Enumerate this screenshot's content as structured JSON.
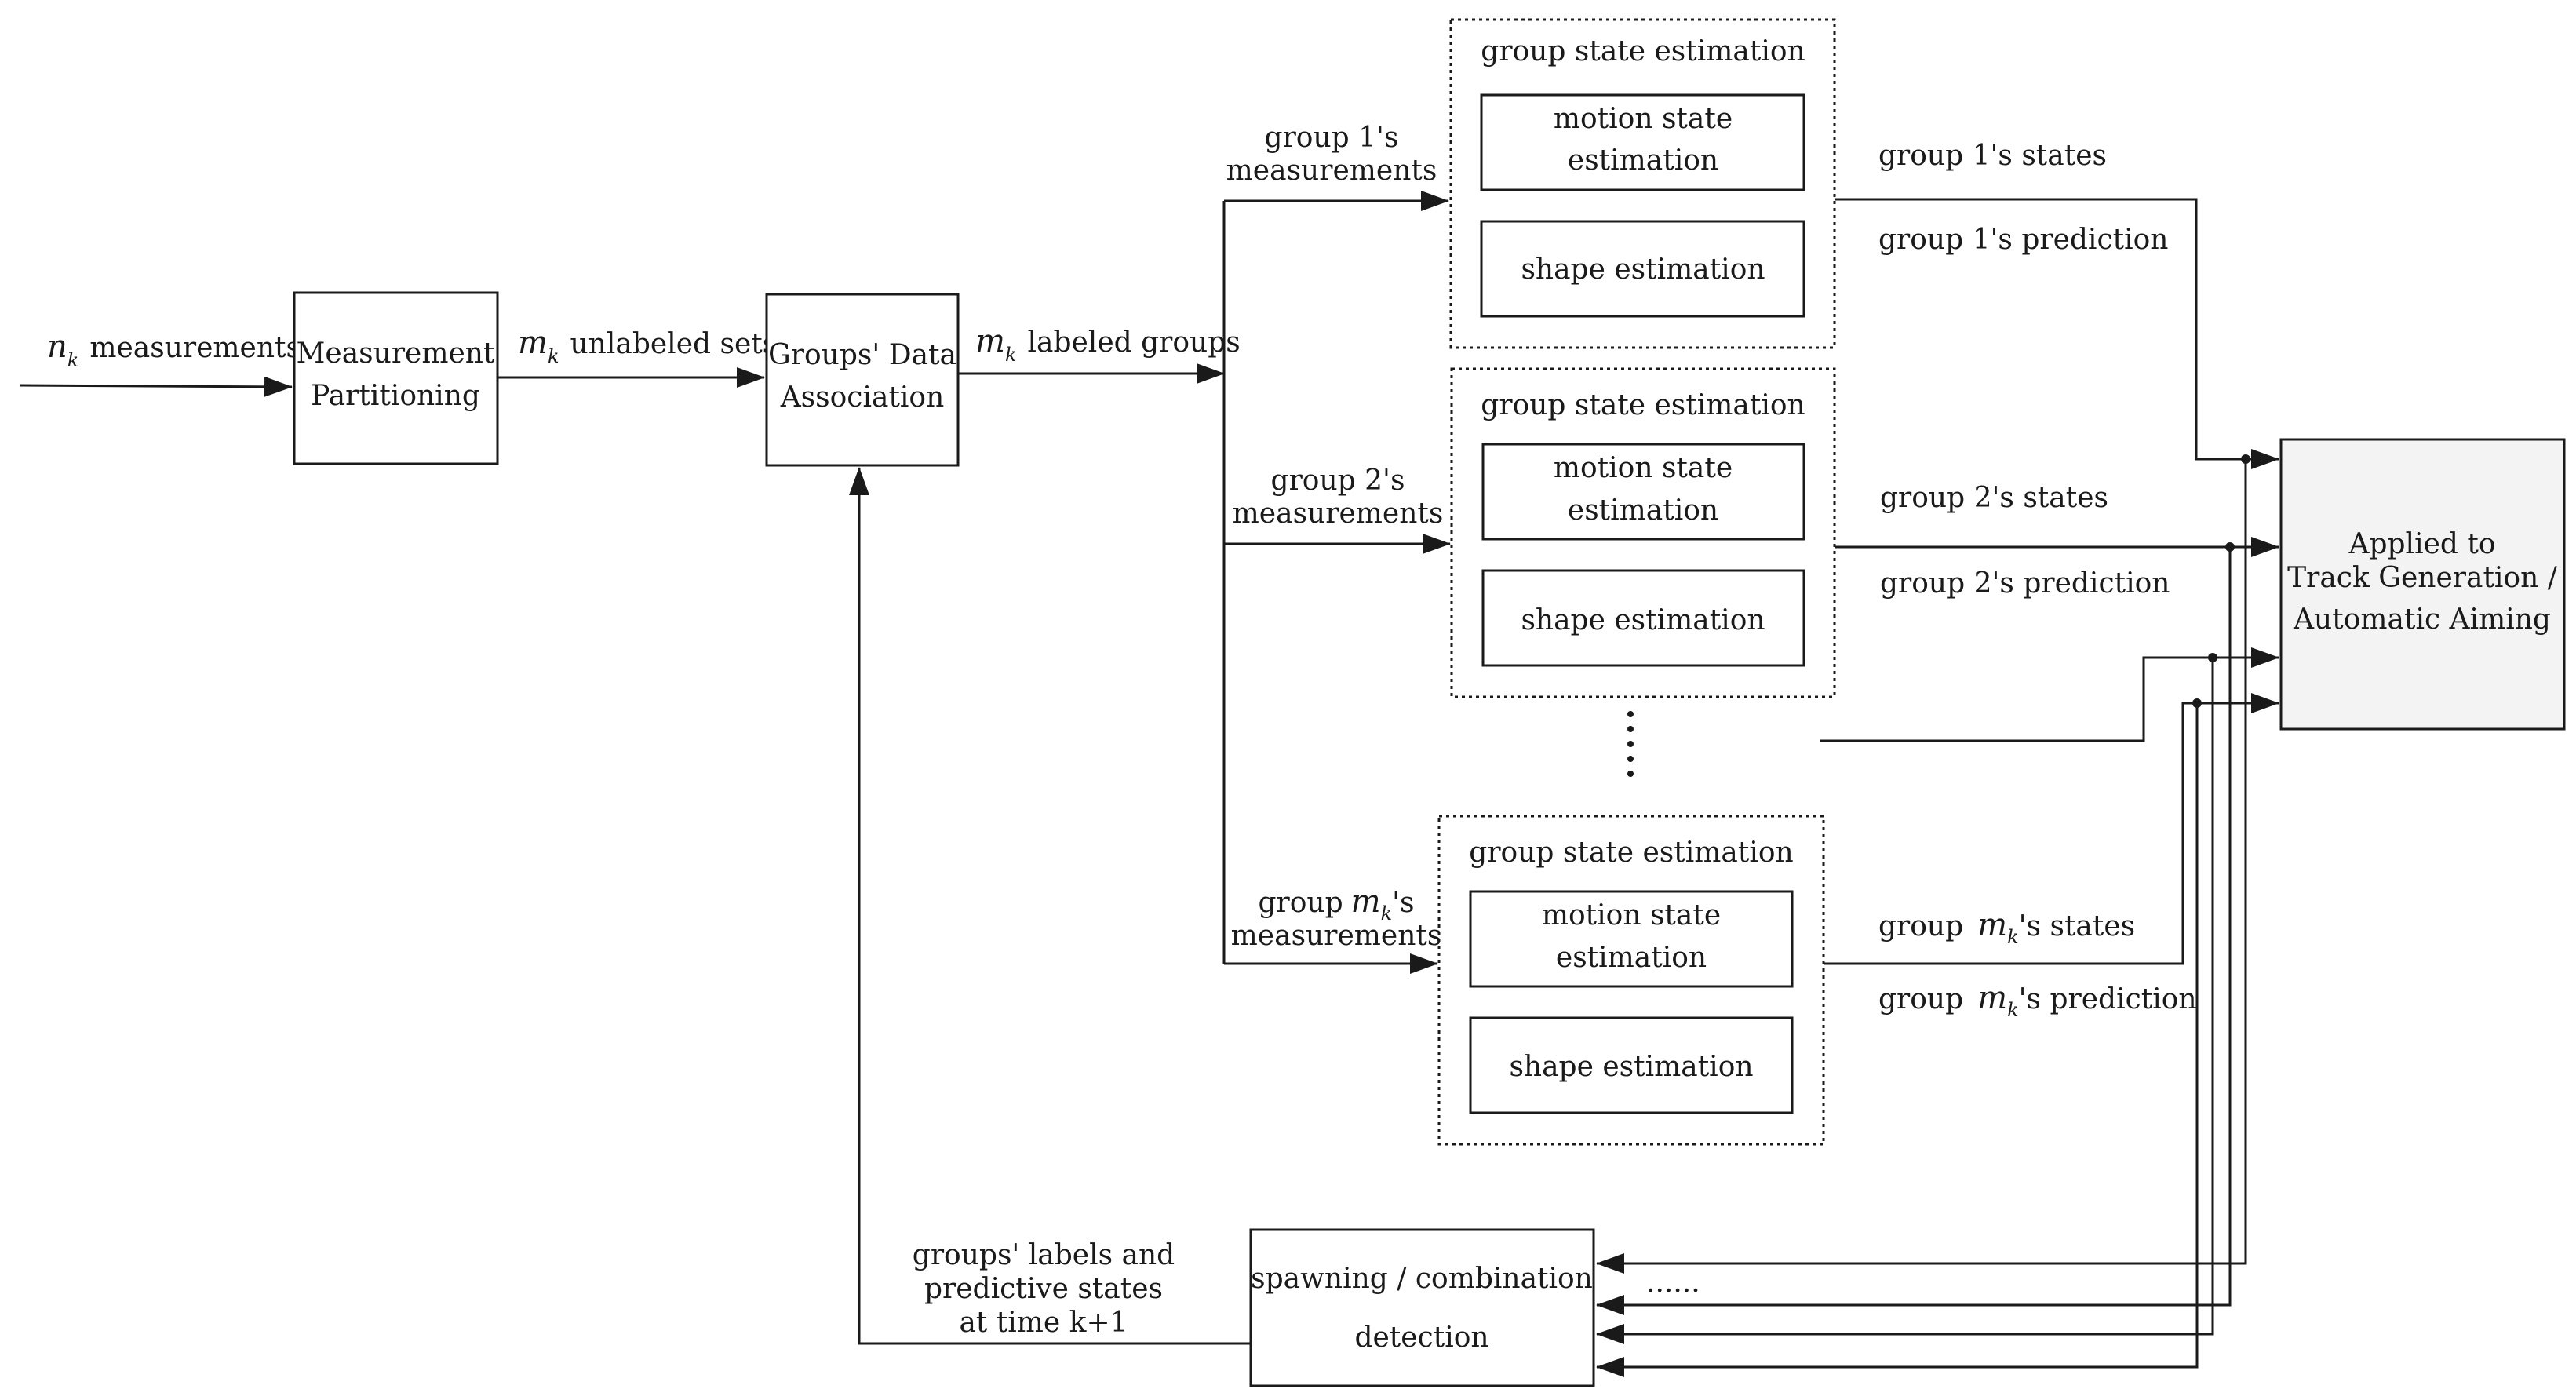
{
  "diagram": {
    "inputs": {
      "nk_measurements": "measurements",
      "nk_symbol": "n",
      "k_subscript": "k",
      "mk_symbol": "m",
      "mk_unlabeled_sets": "unlabeled sets",
      "mk_labeled_groups": "labeled groups"
    },
    "blocks": {
      "partitioning": [
        "Measurement",
        "Partitioning"
      ],
      "association": [
        "Groups' Data",
        "Association"
      ],
      "applied": [
        "Applied to",
        "Track Generation /",
        "Automatic Aiming"
      ],
      "spawning": [
        "spawning / combination",
        "detection"
      ]
    },
    "group_blocks": {
      "title": "group state estimation",
      "motion": [
        "motion state",
        "estimation"
      ],
      "shape": "shape estimation"
    },
    "measurement_labels": {
      "group1": [
        "group 1's",
        "measurements"
      ],
      "group2": [
        "group 2's",
        "measurements"
      ],
      "groupmk_prefix": "group",
      "groupmk_suffix": "'s",
      "groupmk_line2": "measurements"
    },
    "output_labels": {
      "group1_states": "group 1's states",
      "group1_prediction": "group 1's prediction",
      "group2_states": "group 2's states",
      "group2_prediction": "group 2's prediction",
      "groupmk_prefix": "group",
      "groupmk_states_suffix": "'s states",
      "groupmk_prediction_suffix": "'s prediction"
    },
    "feedback_label": [
      "groups' labels and",
      "predictive states",
      "at time k+1"
    ],
    "ellipsis": "......"
  }
}
